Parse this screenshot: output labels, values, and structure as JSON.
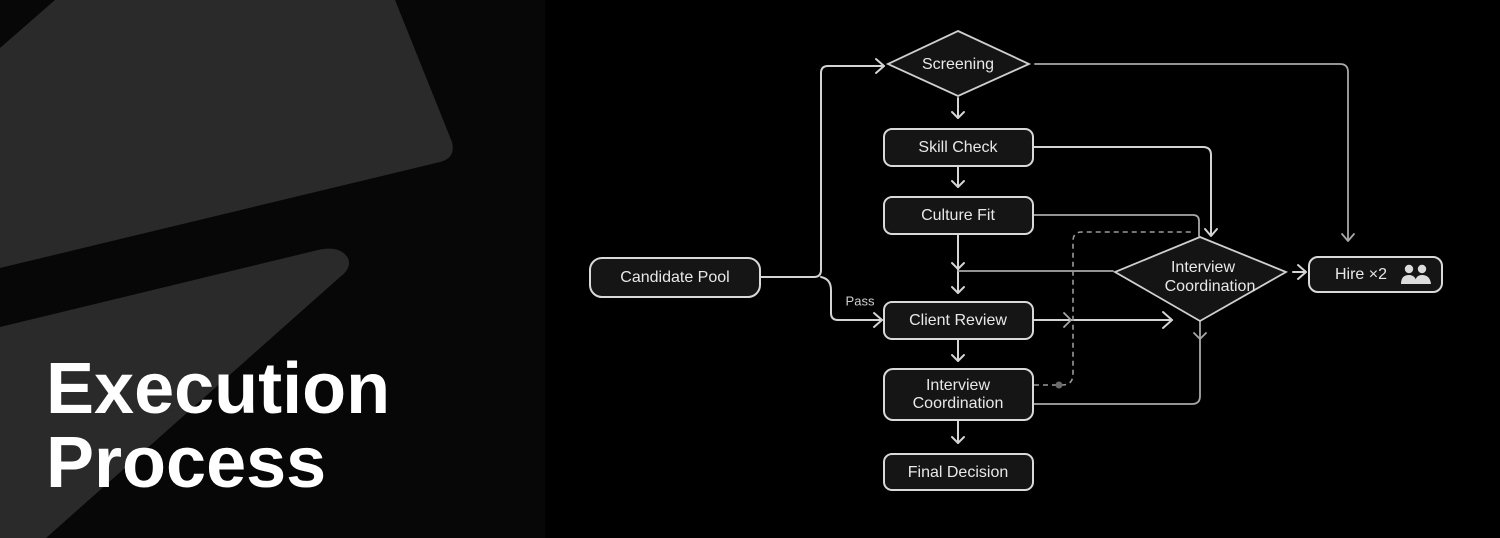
{
  "slide": {
    "title_line1": "Execution",
    "title_line2": "Process"
  },
  "colors": {
    "background": "#000000",
    "left_panel": "#070707",
    "accent_shape": "#2a2a2a",
    "node_fill": "#151515",
    "node_stroke": "#d9d9d9",
    "text": "#ffffff"
  },
  "flowchart": {
    "nodes": {
      "candidate_pool": {
        "label": "Candidate Pool",
        "shape": "rounded-rect"
      },
      "screening": {
        "label": "Screening",
        "shape": "diamond"
      },
      "skill_check": {
        "label": "Skill Check",
        "shape": "rounded-rect"
      },
      "culture_fit": {
        "label": "Culture Fit",
        "shape": "rounded-rect"
      },
      "client_review": {
        "label": "Client Review",
        "shape": "rounded-rect"
      },
      "interview_coordination": {
        "label_line1": "Interview",
        "label_line2": "Coordination",
        "shape": "rounded-rect"
      },
      "final_decision": {
        "label": "Final Decision",
        "shape": "rounded-rect"
      },
      "interview_coordination_decision": {
        "label_line1": "Interview",
        "label_line2": "Coordination",
        "shape": "diamond"
      },
      "hire": {
        "label": "Hire ×2",
        "icon": "people-icon",
        "shape": "rounded-rect"
      }
    },
    "edge_labels": {
      "pass": "Pass"
    },
    "edges": [
      {
        "from": "Candidate Pool",
        "to": "Screening",
        "style": "solid"
      },
      {
        "from": "Candidate Pool",
        "to": "Client Review",
        "label": "Pass",
        "style": "solid"
      },
      {
        "from": "Screening",
        "to": "Skill Check",
        "style": "solid"
      },
      {
        "from": "Screening",
        "to": "Hire ×2",
        "style": "solid"
      },
      {
        "from": "Skill Check",
        "to": "Culture Fit",
        "style": "solid"
      },
      {
        "from": "Skill Check",
        "to": "Interview Coordination (decision)",
        "style": "solid"
      },
      {
        "from": "Culture Fit",
        "to": "Client Review",
        "style": "solid"
      },
      {
        "from": "Culture Fit",
        "to": "Interview Coordination (decision)",
        "style": "solid"
      },
      {
        "from": "Interview Coordination (decision)",
        "to": "Client Review",
        "style": "solid"
      },
      {
        "from": "Client Review",
        "to": "Interview Coordination (decision)",
        "style": "solid"
      },
      {
        "from": "Client Review",
        "to": "Interview Coordination",
        "style": "solid"
      },
      {
        "from": "Interview Coordination",
        "to": "Final Decision",
        "style": "solid"
      },
      {
        "from": "Interview Coordination",
        "to": "Interview Coordination (decision)",
        "style": "dashed"
      },
      {
        "from": "Interview Coordination (decision)",
        "to": "Interview Coordination",
        "style": "solid"
      },
      {
        "from": "Interview Coordination (decision)",
        "to": "Hire ×2",
        "style": "solid"
      }
    ]
  }
}
